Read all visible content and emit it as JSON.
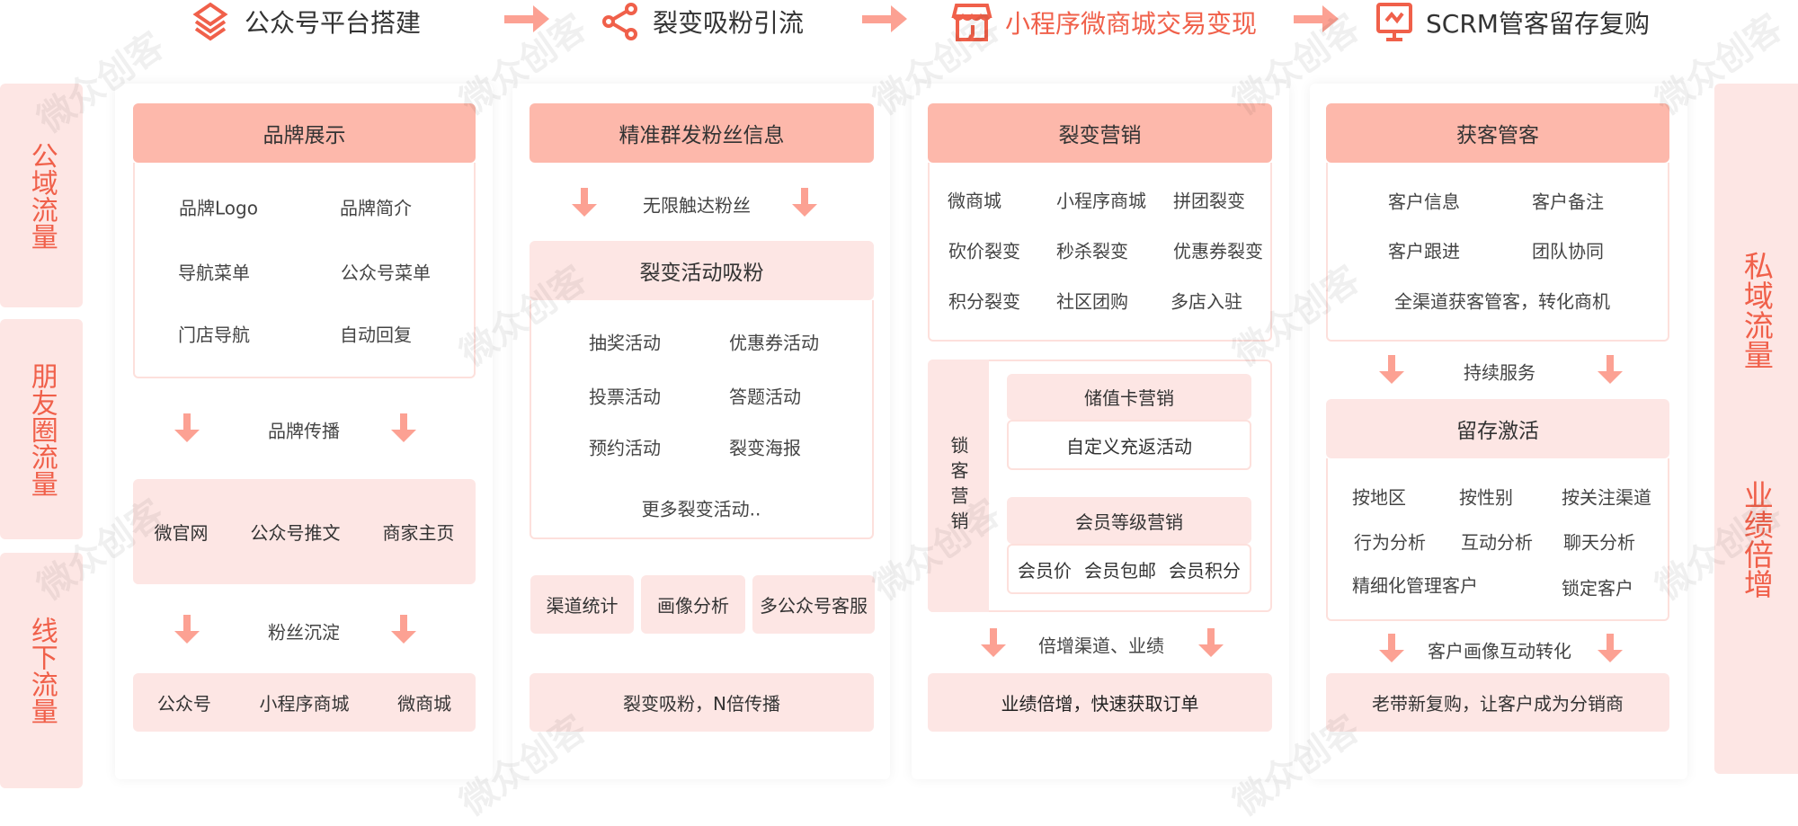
{
  "watermark": "微众创客",
  "flow": [
    {
      "label": "公众号平台搭建",
      "icon": "layers-icon"
    },
    {
      "label": "裂变吸粉引流",
      "icon": "share-icon"
    },
    {
      "label": "小程序微商城交易变现",
      "icon": "store-icon"
    },
    {
      "label": "SCRM管客留存复购",
      "icon": "monitor-chart-icon"
    }
  ],
  "left_side": [
    "公域流量",
    "朋友圈流量",
    "线下流量"
  ],
  "right_side": [
    "私域流量",
    "业绩倍增"
  ],
  "col1": {
    "header": "品牌展示",
    "items": [
      "品牌Logo",
      "品牌简介",
      "导航菜单",
      "公众号菜单",
      "门店导航",
      "自动回复"
    ],
    "step1": "品牌传播",
    "mid": [
      "微官网",
      "公众号推文",
      "商家主页"
    ],
    "step2": "粉丝沉淀",
    "bottom": [
      "公众号",
      "小程序商城",
      "微商城"
    ]
  },
  "col2": {
    "header": "精准群发粉丝信息",
    "step1": "无限触达粉丝",
    "sub_header": "裂变活动吸粉",
    "items": [
      "抽奖活动",
      "优惠券活动",
      "投票活动",
      "答题活动",
      "预约活动",
      "裂变海报"
    ],
    "more": "更多裂变活动..",
    "tools": [
      "渠道统计",
      "画像分析",
      "多公众号客服"
    ],
    "bottom": "裂变吸粉，N倍传播"
  },
  "col3": {
    "header": "裂变营销",
    "items": [
      "微商城",
      "小程序商城",
      "拼团裂变",
      "砍价裂变",
      "秒杀裂变",
      "优惠券裂变",
      "积分裂变",
      "社区团购",
      "多店入驻"
    ],
    "lock_label": "锁客营销",
    "stored_header": "储值卡营销",
    "stored_body": "自定义充返活动",
    "member_header": "会员等级营销",
    "member_items": [
      "会员价",
      "会员包邮",
      "会员积分"
    ],
    "step": "倍增渠道、业绩",
    "bottom": "业绩倍增，快速获取订单"
  },
  "col4": {
    "header": "获客管客",
    "items": [
      "客户信息",
      "客户备注",
      "客户跟进",
      "团队协同"
    ],
    "wide_item": "全渠道获客管客，转化商机",
    "step1": "持续服务",
    "sub_header": "留存激活",
    "sub_items": [
      "按地区",
      "按性别",
      "按关注渠道",
      "行为分析",
      "互动分析",
      "聊天分析",
      "精细化管理客户",
      "锁定客户"
    ],
    "step2": "客户画像互动转化",
    "bottom": "老带新复购，让客户成为分销商"
  }
}
